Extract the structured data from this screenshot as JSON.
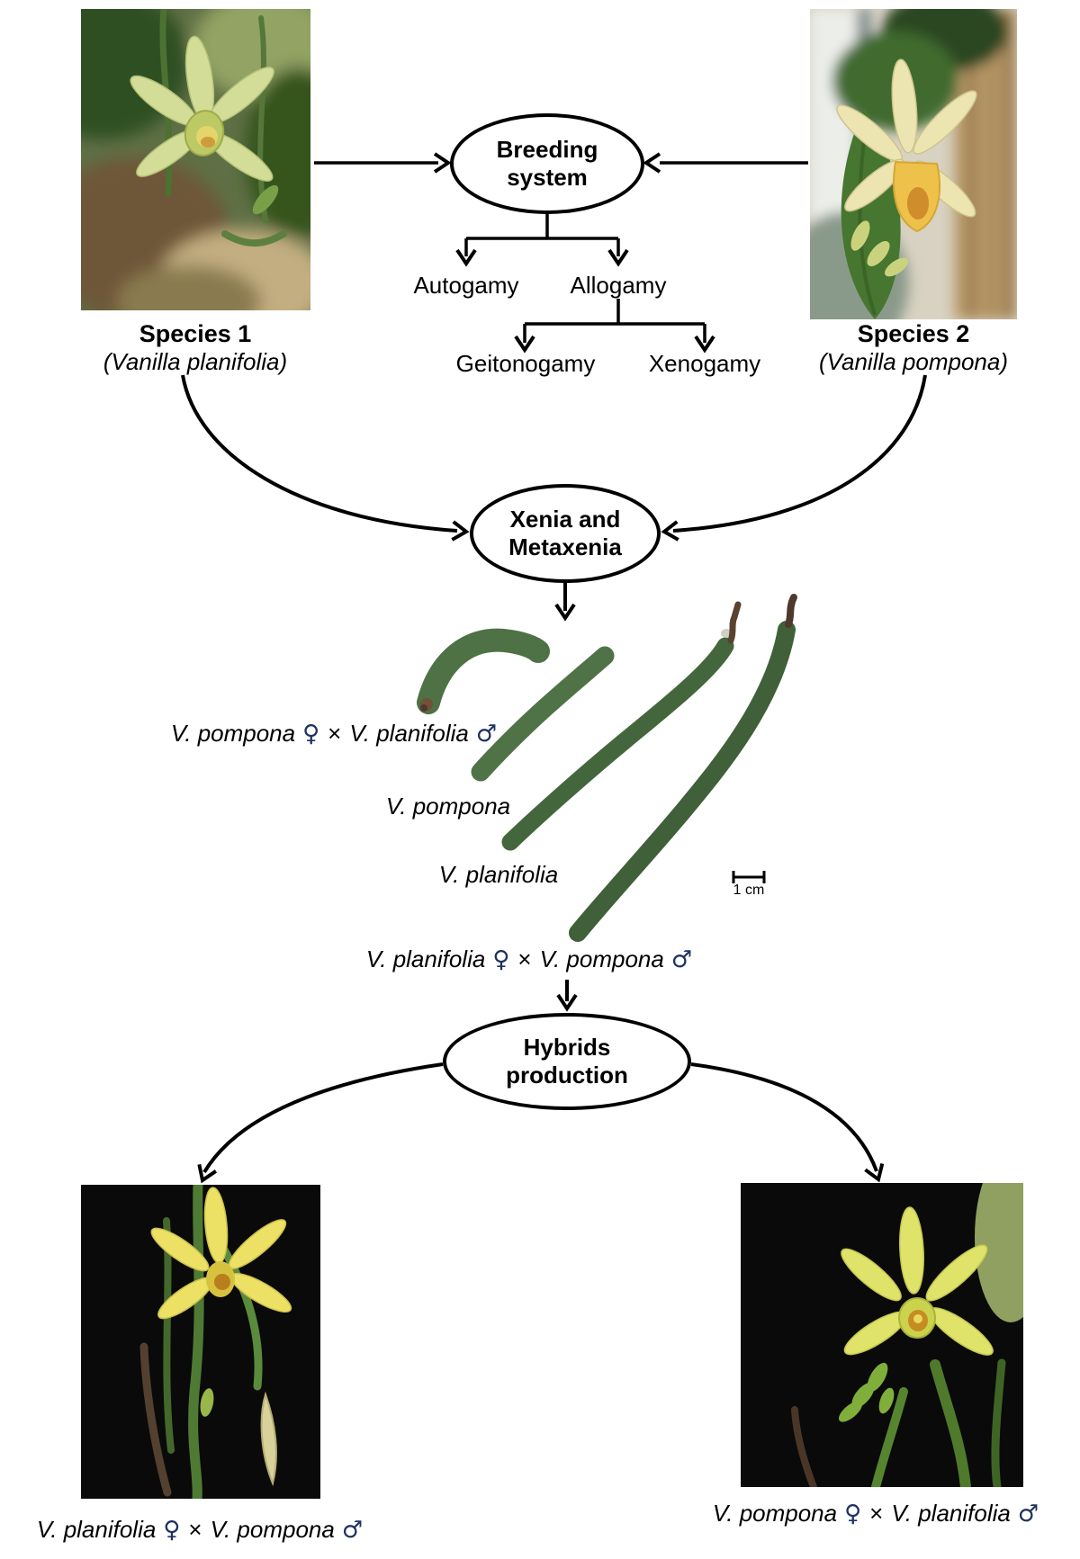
{
  "palette": {
    "ink": "#000000",
    "symbol_blue": "#1f3160"
  },
  "species1": {
    "name": "Species 1",
    "latin": "(Vanilla planifolia)"
  },
  "species2": {
    "name": "Species 2",
    "latin": "(Vanilla pompona)"
  },
  "nodes": {
    "breeding": {
      "line1": "Breeding",
      "line2": "system"
    },
    "xenia": {
      "line1": "Xenia and",
      "line2": "Metaxenia"
    },
    "hybrids": {
      "line1": "Hybrids",
      "line2": "production"
    }
  },
  "terms": {
    "autogamy": "Autogamy",
    "allogamy": "Allogamy",
    "geitonogamy": "Geitonogamy",
    "xenogamy": "Xenogamy"
  },
  "pods": {
    "cross_top": {
      "female_species": "V. pompona",
      "female_symbol": "♀",
      "times": "×",
      "male_species": "V. planifolia",
      "male_symbol": "♂"
    },
    "pompona_label": "V. pompona",
    "planifolia_label": "V. planifolia",
    "cross_bottom": {
      "female_species": "V. planifolia",
      "female_symbol": "♀",
      "times": "×",
      "male_species": "V. pompona",
      "male_symbol": "♂"
    },
    "scale_label": "1 cm"
  },
  "hybrids": {
    "left": {
      "female_species": "V. planifolia",
      "female_symbol": "♀",
      "times": "×",
      "male_species": "V. pompona",
      "male_symbol": "♂"
    },
    "right": {
      "female_species": "V. pompona",
      "female_symbol": "♀",
      "times": "×",
      "male_species": "V. planifolia",
      "male_symbol": "♂"
    }
  }
}
